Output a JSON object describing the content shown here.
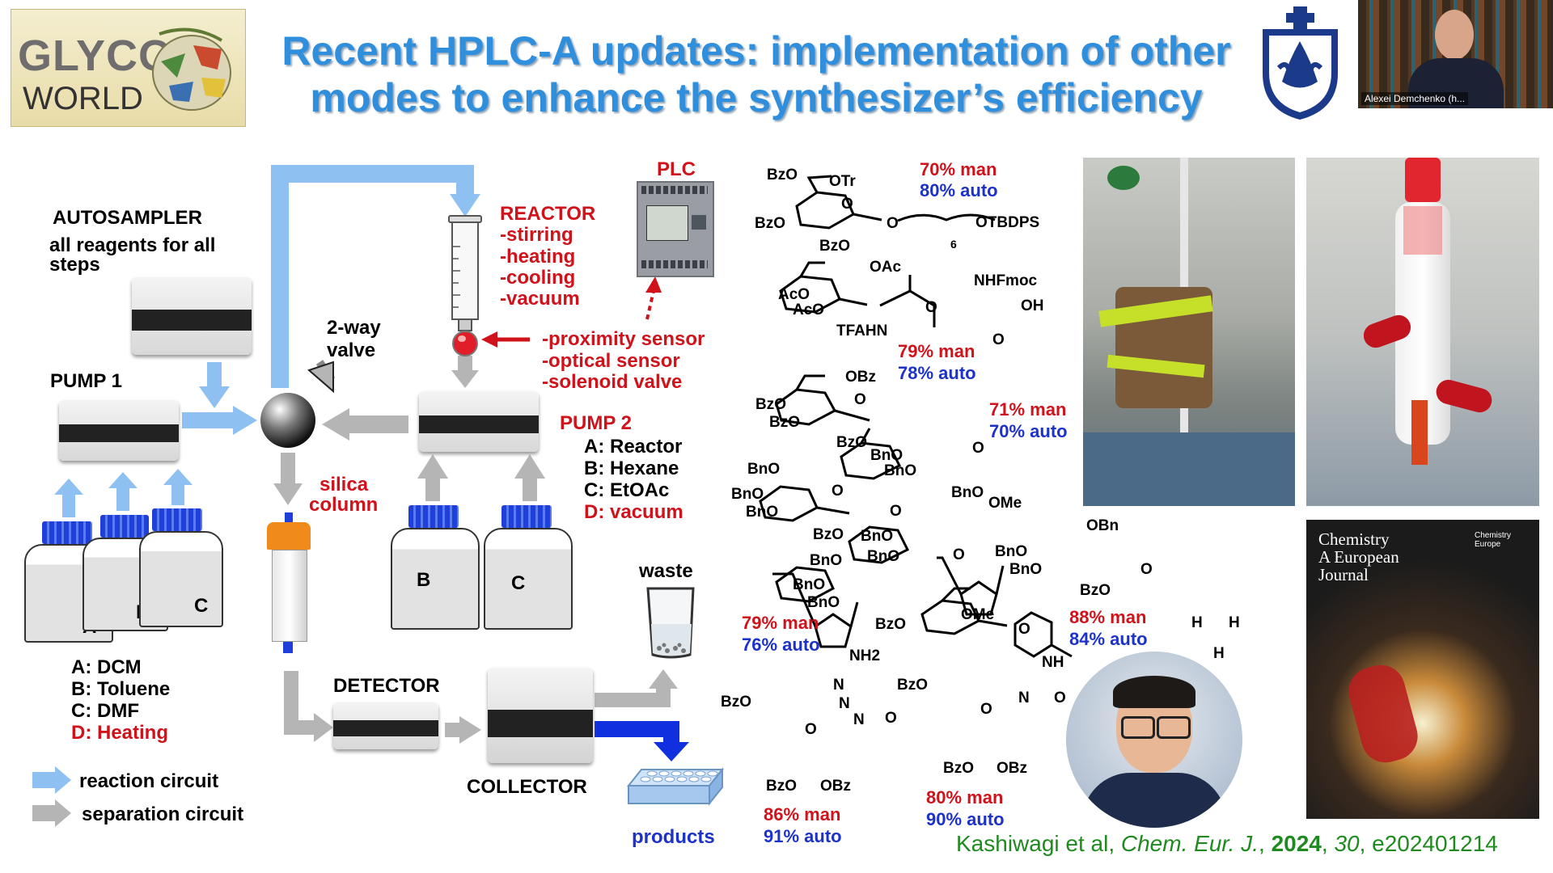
{
  "header": {
    "logo_text_1": "GLYCO",
    "logo_text_2": "WORLD",
    "title_line1": "Recent HPLC-A updates: implementation of other",
    "title_line2": "modes to enhance the synthesizer’s efficiency",
    "video_name": "Alexei Demchenko (h..."
  },
  "diagram": {
    "autosampler_title": "AUTOSAMPLER",
    "autosampler_desc_1": "all reagents for all",
    "autosampler_desc_2": "steps",
    "pump1": "PUMP 1",
    "valve_1": "2-way",
    "valve_2": "valve",
    "reactor": "REACTOR",
    "reactor_modes": [
      "-stirring",
      "-heating",
      "-cooling",
      "-vacuum"
    ],
    "plc": "PLC",
    "sensors": [
      "-proximity sensor",
      "-optical sensor",
      "-solenoid valve"
    ],
    "pump2": "PUMP 2",
    "pump2_channels": [
      "A: Reactor",
      "B: Hexane",
      "C: EtOAc",
      "D: vacuum"
    ],
    "silica_1": "silica",
    "silica_2": "column",
    "bottles1": [
      "A",
      "B",
      "C"
    ],
    "bottles2": [
      "B",
      "C"
    ],
    "pump1_channels": [
      "A: DCM",
      "B: Toluene",
      "C: DMF",
      "D: Heating"
    ],
    "detector": "DETECTOR",
    "collector": "COLLECTOR",
    "waste": "waste",
    "products": "products",
    "legend_reaction": "reaction circuit",
    "legend_separation": "separation circuit"
  },
  "compounds": [
    {
      "man": "70% man",
      "auto": "80% auto"
    },
    {
      "man": "79% man",
      "auto": "78% auto"
    },
    {
      "man": "71% man",
      "auto": "70% auto"
    },
    {
      "man": "79% man",
      "auto": "76% auto"
    },
    {
      "man": "88% man",
      "auto": "84% auto"
    },
    {
      "man": "86% man",
      "auto": "91% auto"
    },
    {
      "man": "80% man",
      "auto": "90% auto"
    }
  ],
  "chem_labels": {
    "c1": [
      "BzO",
      "OTr",
      "BzO",
      "BzO",
      "O",
      "O",
      "OTBDPS",
      "6"
    ],
    "c2": [
      "OAc",
      "AcO",
      "AcO",
      "TFAHN",
      "NHFmoc",
      "OH",
      "O",
      "O"
    ],
    "c3": [
      "OBz",
      "BzO",
      "BzO",
      "BzO",
      "BnO",
      "BnO",
      "BnO",
      "OMe",
      "O",
      "O"
    ],
    "c4": [
      "BnO",
      "BnO",
      "BnO",
      "BzO",
      "BnO",
      "BnO",
      "BnO",
      "BnO",
      "BnO",
      "BzO",
      "OMe",
      "O",
      "O",
      "O"
    ],
    "c5": [
      "OBn",
      "BnO",
      "BnO",
      "BzO",
      "O",
      "H",
      "H",
      "H"
    ],
    "c6": [
      "NH2",
      "N",
      "N",
      "N",
      "O",
      "BzO",
      "O",
      "BzO",
      "OBz"
    ],
    "c7": [
      "O",
      "NH",
      "N",
      "O",
      "BzO",
      "O",
      "BzO",
      "OBz"
    ]
  },
  "journal": {
    "title": [
      "Chemistry",
      "A European",
      "Journal"
    ],
    "publisher": "Chemistry Europe"
  },
  "reference": {
    "authors": "Kashiwagi et al, ",
    "journal": "Chem. Eur. J.",
    "sep1": ", ",
    "year": "2024",
    "sep2": ", ",
    "volume": "30",
    "article": ", e202401214"
  },
  "colors": {
    "title_blue": "#2f8fdc",
    "red": "#d0121b",
    "blue": "#1c32c8",
    "reaction_arrow": "#8ec1f2",
    "separation_arrow": "#b5b5b5",
    "products_arrow": "#1030e0",
    "reference_green": "#1f8a1f"
  },
  "icons": [
    "autosampler-instrument",
    "pump-instrument",
    "valve-sphere",
    "reactor-syringe",
    "plc-controller",
    "bottle",
    "silica-column",
    "detector-instrument",
    "collector-instrument",
    "waste-beaker",
    "products-rack",
    "university-crest",
    "webcam-feed"
  ]
}
